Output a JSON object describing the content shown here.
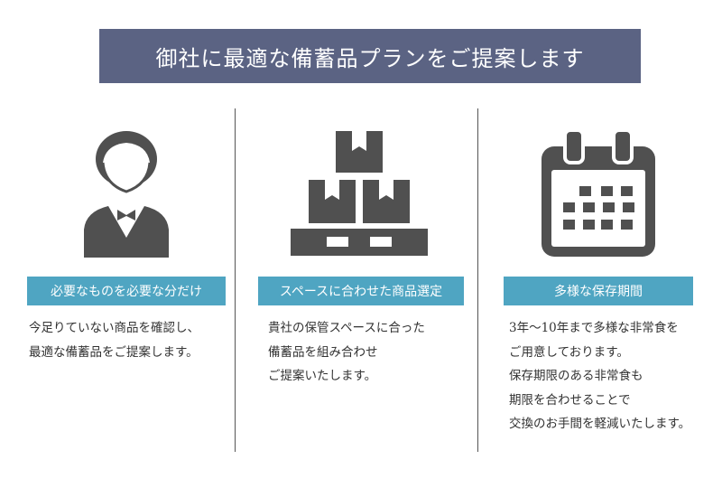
{
  "header": {
    "title": "御社に最適な備蓄品プランをご提案します"
  },
  "columns": [
    {
      "icon": "person-in-suit-icon",
      "label": "必要なものを必要な分だけ",
      "lines": [
        "今足りていない商品を確認し、",
        "最適な備蓄品をご提案します。"
      ]
    },
    {
      "icon": "stacked-boxes-on-pallet-icon",
      "label": "スペースに合わせた商品選定",
      "lines": [
        "貴社の保管スペースに合った",
        "備蓄品を組み合わせ",
        "ご提案いたします。"
      ]
    },
    {
      "icon": "calendar-icon",
      "label": "多様な保存期間",
      "lines": [
        "3年〜10年まで多様な非常食を",
        "ご用意しております。",
        "保存期限のある非常食も",
        "期限を合わせることで",
        "交換のお手間を軽減いたします。"
      ]
    }
  ],
  "colors": {
    "banner": "#5b6383",
    "label": "#4fa5c2",
    "icon": "#505050"
  }
}
